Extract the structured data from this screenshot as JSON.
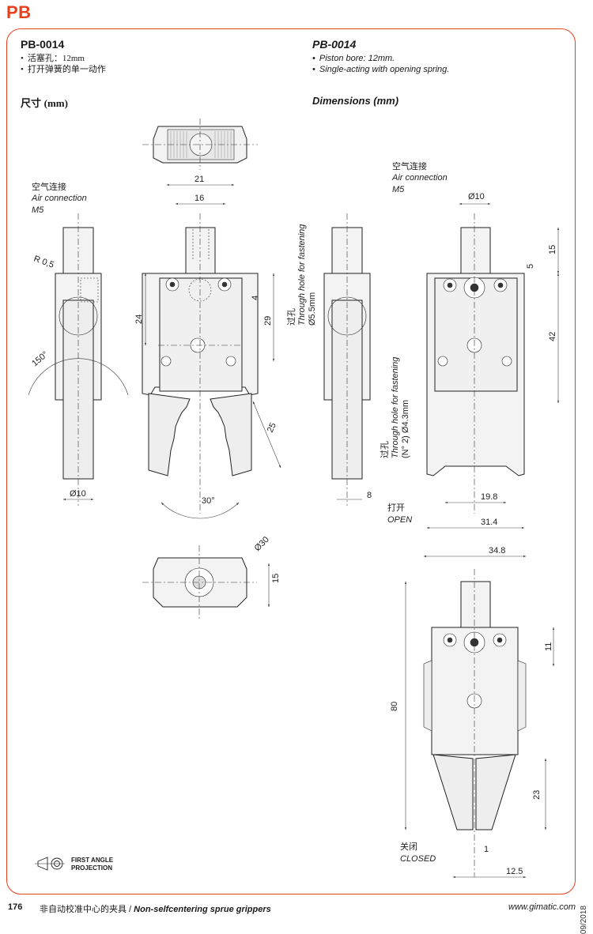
{
  "section_tag": "PB",
  "left": {
    "code": "PB-0014",
    "bullets": [
      "活塞孔：12mm",
      "打开弹簧的单一动作"
    ],
    "dim_title_cn": "尺寸",
    "dim_title_unit": "(mm)"
  },
  "right": {
    "code": "PB-0014",
    "bullets": [
      "Piston bore: 12mm.",
      "Single-acting with opening spring."
    ],
    "dim_title": "Dimensions (mm)"
  },
  "labels": {
    "air_cn": "空气连接",
    "air_en": "Air connection",
    "air_thread": "M5",
    "r05": "R 0,5",
    "a150": "150°",
    "d10": "Ø10",
    "w21": "21",
    "w16": "16",
    "h24": "24",
    "h4": "4",
    "h29": "29",
    "h25": "25",
    "a30": "30°",
    "d30": "Ø30",
    "h15b": "15",
    "hole_cn": "过孔",
    "hole_en": "Through hole for fastening",
    "hole_d": "Ø5.5mm",
    "hole2_cn": "过孔",
    "hole2_en": "Through hole for fastening",
    "hole2_d": "(N° 2)  Ø4.3mm",
    "w8": "8",
    "d10r": "Ø10",
    "h15r": "15",
    "h5r": "5",
    "h42r": "42",
    "w198": "19.8",
    "open_cn": "打开",
    "open_en": "OPEN",
    "w314": "31.4",
    "w348": "34.8",
    "h11": "11",
    "h80": "80",
    "h23": "23",
    "closed_cn": "关闭",
    "closed_en": "CLOSED",
    "w1": "1",
    "w125": "12.5",
    "eq": "="
  },
  "projection": {
    "line1": "FIRST ANGLE",
    "line2": "PROJECTION"
  },
  "footer": {
    "page": "176",
    "title_cn": "非自动校准中心的夹具 / ",
    "title_en": "Non-selfcentering sprue grippers",
    "url": "www.gimatic.com"
  },
  "date": "09/2018"
}
